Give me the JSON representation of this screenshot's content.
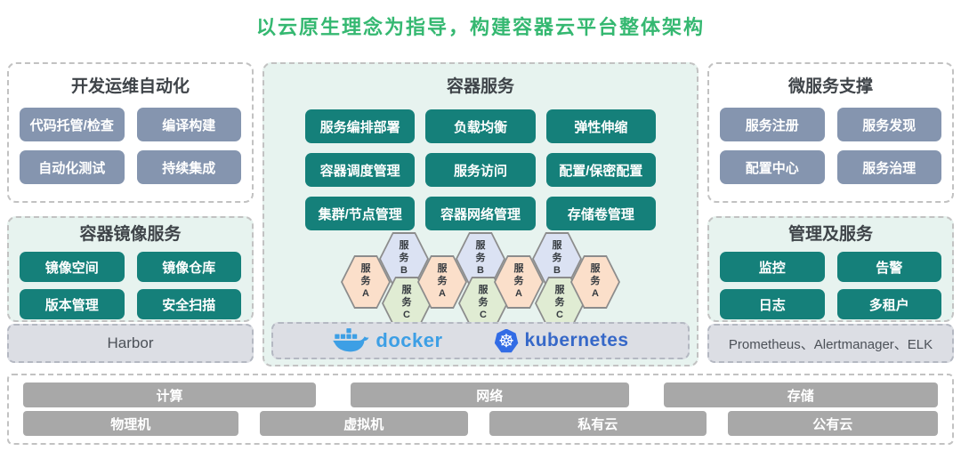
{
  "title": "以云原生理念为指导，构建容器云平台整体架构",
  "panels": {
    "devops": {
      "title": "开发运维自动化",
      "buttons": [
        "代码托管/检查",
        "编译构建",
        "自动化测试",
        "持续集成"
      ]
    },
    "registry": {
      "title": "容器镜像服务",
      "buttons": [
        "镜像空间",
        "镜像仓库",
        "版本管理",
        "安全扫描"
      ],
      "footer": "Harbor"
    },
    "container": {
      "title": "容器服务",
      "buttons": [
        "服务编排部署",
        "负载均衡",
        "弹性伸缩",
        "容器调度管理",
        "服务访问",
        "配置/保密配置",
        "集群/节点管理",
        "容器网络管理",
        "存储卷管理"
      ],
      "hexagons": [
        {
          "label": "服务A"
        },
        {
          "label": "服务B"
        },
        {
          "label": "服务C"
        },
        {
          "label": "服务A"
        },
        {
          "label": "服务B"
        },
        {
          "label": "服务C"
        },
        {
          "label": "服务A"
        },
        {
          "label": "服务B"
        },
        {
          "label": "服务C"
        },
        {
          "label": "服务A"
        }
      ],
      "logos": {
        "docker": "docker",
        "kubernetes": "kubernetes"
      }
    },
    "microservice": {
      "title": "微服务支撑",
      "buttons": [
        "服务注册",
        "服务发现",
        "配置中心",
        "服务治理"
      ]
    },
    "management": {
      "title": "管理及服务",
      "buttons": [
        "监控",
        "告警",
        "日志",
        "多租户"
      ],
      "footer": "Prometheus、Alertmanager、ELK"
    }
  },
  "infrastructure": {
    "row1": [
      "计算",
      "网络",
      "存储"
    ],
    "row2": [
      "物理机",
      "虚拟机",
      "私有云",
      "公有云"
    ]
  },
  "icons": {
    "kubernetes_glyph": "☸"
  },
  "colors": {
    "title-green": "#35b871",
    "text-dark": "#3f4449",
    "panel-border": "#c2c2c2",
    "mint": "#e7f3ef",
    "slate": "#8595af",
    "teal": "#15807a",
    "bar-bg": "#dcdee4",
    "bar-border": "#b4b8c2",
    "infra-gray": "#a8a8a8",
    "hex-a": "#fbdfca",
    "hex-b": "#dbe2f3",
    "hex-c": "#e0ecd3",
    "hex-border": "#8c8c8c",
    "docker-blue": "#3d9fe5",
    "k8s-blue": "#326ce5",
    "k8s-text": "#3668c8"
  }
}
